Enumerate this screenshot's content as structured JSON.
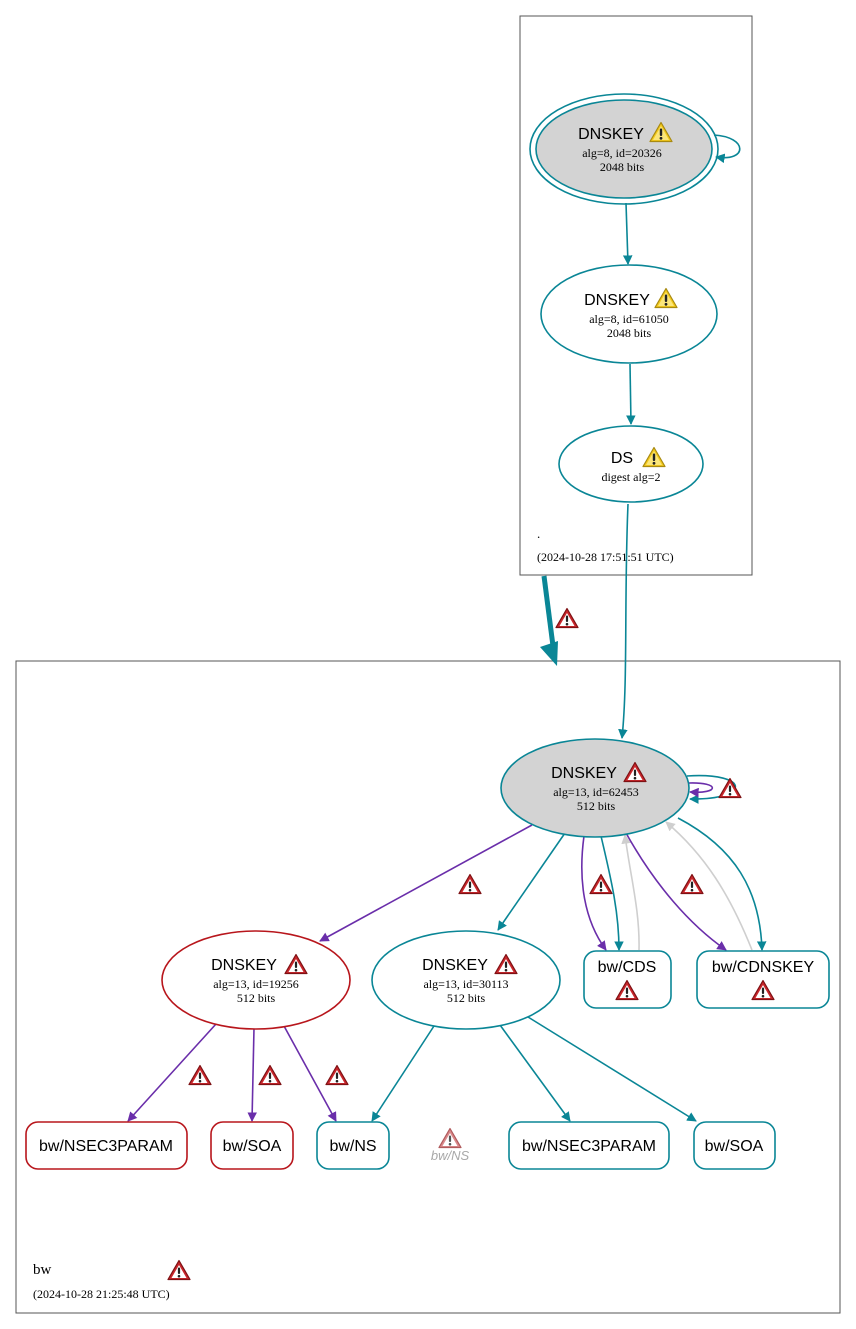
{
  "colors": {
    "teal": "#0a8696",
    "purple": "#6a2eaa",
    "red": "#b8161c",
    "gray_fill": "#d3d3d3",
    "light_gray": "#cfcfcf",
    "warn_yellow": "#f4c91b",
    "warn_red": "#c8262b"
  },
  "root_zone": {
    "name": ".",
    "timestamp": "(2024-10-28 17:51:51 UTC)",
    "ksk": {
      "title": "DNSKEY",
      "line1": "alg=8, id=20326",
      "line2": "2048 bits",
      "warning": "warning-yellow-icon"
    },
    "zsk": {
      "title": "DNSKEY",
      "line1": "alg=8, id=61050",
      "line2": "2048 bits",
      "warning": "warning-yellow-icon"
    },
    "ds": {
      "title": "DS",
      "line1": "digest alg=2",
      "warning": "warning-yellow-icon"
    }
  },
  "bw_zone": {
    "name": "bw",
    "timestamp": "(2024-10-28 21:25:48 UTC)",
    "ksk": {
      "title": "DNSKEY",
      "line1": "alg=13, id=62453",
      "line2": "512 bits"
    },
    "key_19256": {
      "title": "DNSKEY",
      "line1": "alg=13, id=19256",
      "line2": "512 bits"
    },
    "key_30113": {
      "title": "DNSKEY",
      "line1": "alg=13, id=30113",
      "line2": "512 bits"
    },
    "cds": {
      "label": "bw/CDS"
    },
    "cdnskey": {
      "label": "bw/CDNSKEY"
    },
    "nsec3param_red": {
      "label": "bw/NSEC3PARAM"
    },
    "soa_red": {
      "label": "bw/SOA"
    },
    "ns": {
      "label": "bw/NS"
    },
    "ns_ghost": {
      "label": "bw/NS"
    },
    "nsec3param_teal": {
      "label": "bw/NSEC3PARAM"
    },
    "soa_teal": {
      "label": "bw/SOA"
    }
  }
}
